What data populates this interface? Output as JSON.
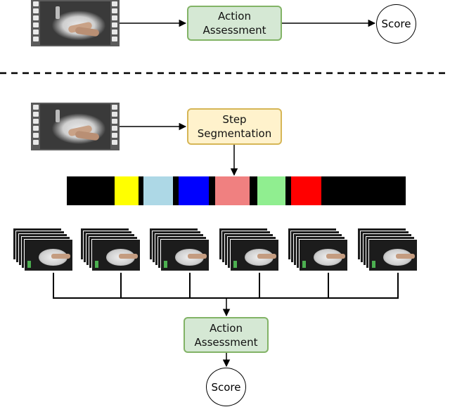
{
  "top_row": {
    "assessment_box": {
      "line1": "Action",
      "line2": "Assessment"
    },
    "score_label": "Score"
  },
  "bottom_row": {
    "segmentation_box": {
      "line1": "Step",
      "line2": "Segmentation"
    },
    "segment_bar": [
      {
        "color": "#000000"
      },
      {
        "color": "#ffff00"
      },
      {
        "color": "#000000"
      },
      {
        "color": "#add8e6"
      },
      {
        "color": "#000000"
      },
      {
        "color": "#0000ff"
      },
      {
        "color": "#000000"
      },
      {
        "color": "#f08080"
      },
      {
        "color": "#000000"
      },
      {
        "color": "#90ee90"
      },
      {
        "color": "#000000"
      },
      {
        "color": "#ff0000"
      },
      {
        "color": "#000000"
      }
    ],
    "clip_stack_count": 6,
    "assessment_box": {
      "line1": "Action",
      "line2": "Assessment"
    },
    "score_label": "Score"
  },
  "styles": {
    "divider": "dashed",
    "arrow_color": "#000000",
    "green_box_fill": "#d5e8d4",
    "green_box_border": "#82b366",
    "yellow_box_fill": "#fff2cc",
    "yellow_box_border": "#d6b656"
  }
}
